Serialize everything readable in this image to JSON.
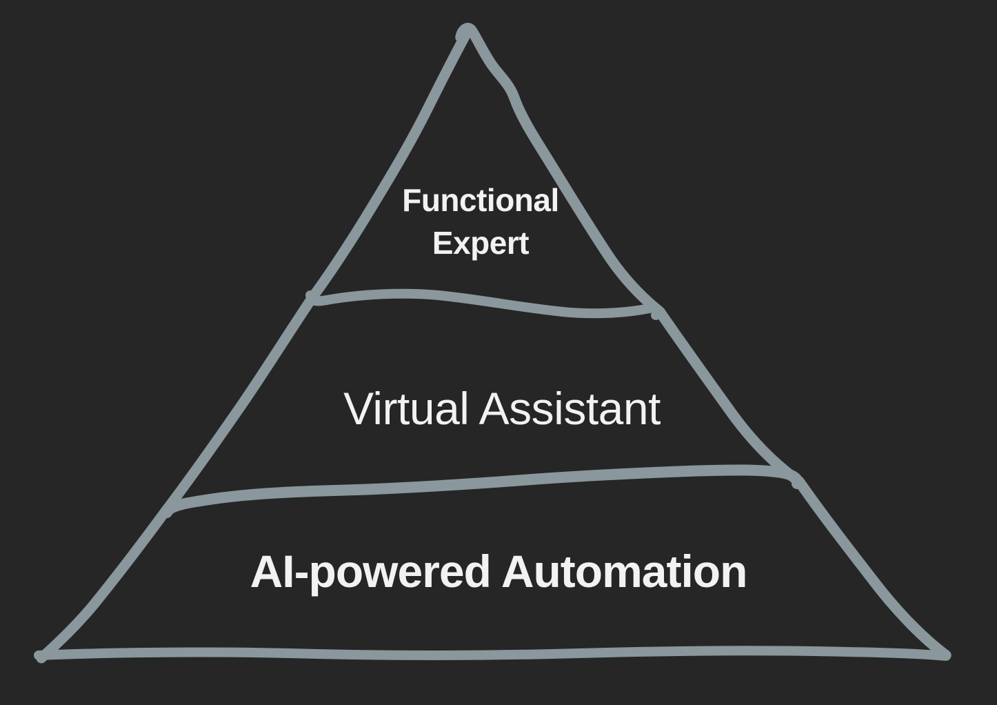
{
  "diagram": {
    "type": "pyramid",
    "colors": {
      "background": "#262626",
      "stroke": "#8a979c",
      "text": "#f2f2f2"
    },
    "tiers": [
      {
        "position": "top",
        "label": "Functional Expert"
      },
      {
        "position": "middle",
        "label": "Virtual Assistant"
      },
      {
        "position": "bottom",
        "label": "AI-powered Automation"
      }
    ]
  }
}
